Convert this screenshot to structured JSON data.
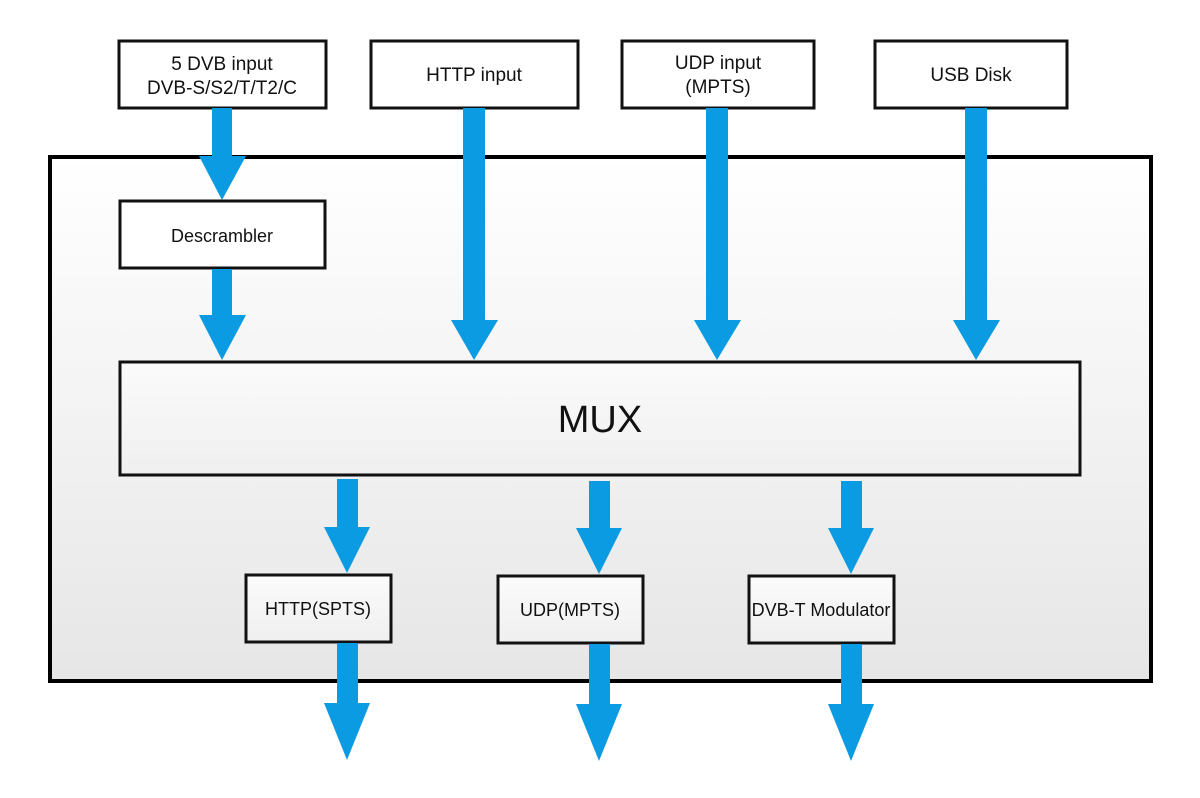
{
  "diagram": {
    "inputs": [
      {
        "line1": "5 DVB input",
        "line2": "DVB-S/S2/T/T2/C"
      },
      {
        "line1": "HTTP input",
        "line2": ""
      },
      {
        "line1": "UDP input",
        "line2": "(MPTS)"
      },
      {
        "line1": "USB Disk",
        "line2": ""
      }
    ],
    "descrambler": "Descrambler",
    "mux": "MUX",
    "outputs": [
      {
        "label": "HTTP(SPTS)"
      },
      {
        "label": "UDP(MPTS)"
      },
      {
        "label": "DVB-T Modulator"
      }
    ],
    "colors": {
      "arrow": "#0a9be3",
      "border": "#111111"
    }
  }
}
